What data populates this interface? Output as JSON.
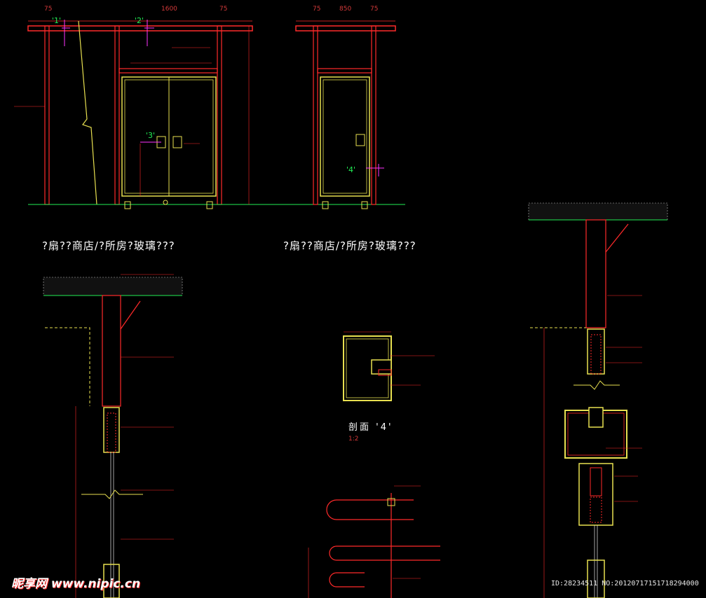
{
  "sheet": {
    "title_left": "?扇??商店/?所房?玻璃???",
    "title_mid": "?扇??商店/?所房?玻璃???",
    "section_label": "剖面  '4'",
    "section_scale": "1:2"
  },
  "tags": [
    "'1'",
    "'2'",
    "'3'",
    "'4'"
  ],
  "dimensions_top": [
    "75",
    "1600",
    "75",
    "75",
    "850",
    "75"
  ],
  "colors": {
    "background": "#000000",
    "frame_red": "#ff2a2a",
    "dark_red": "#b00000",
    "door_yellow": "#e8e050",
    "tag_green": "#22ee55",
    "marker_magenta": "#ff33ff",
    "text_white": "#ffffff"
  },
  "watermark": {
    "logo": "昵享网 www.nipic.cn",
    "id_text": "ID:28234511 NO:20120717151718294000"
  }
}
